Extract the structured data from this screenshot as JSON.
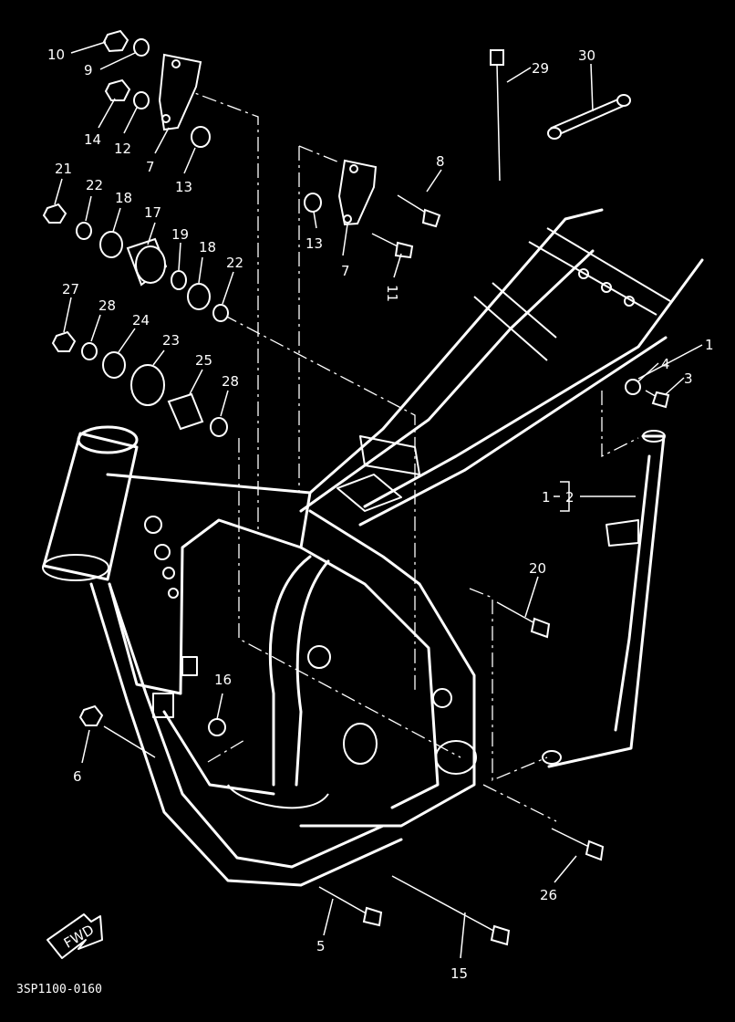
{
  "diagram_code": "3SP1100-0160",
  "fwd_label": "FWD",
  "callouts": {
    "c1": "1",
    "c1b": "1",
    "c2": "2",
    "c3": "3",
    "c4": "4",
    "c5": "5",
    "c6": "6",
    "c7a": "7",
    "c7b": "7",
    "c8": "8",
    "c9": "9",
    "c10": "10",
    "c11": "11",
    "c12": "12",
    "c13a": "13",
    "c13b": "13",
    "c14": "14",
    "c15": "15",
    "c16": "16",
    "c17": "17",
    "c18a": "18",
    "c18b": "18",
    "c19": "19",
    "c20": "20",
    "c21": "21",
    "c22a": "22",
    "c22b": "22",
    "c23": "23",
    "c24": "24",
    "c25": "25",
    "c26": "26",
    "c27": "27",
    "c28a": "28",
    "c28b": "28",
    "c29": "29",
    "c30": "30"
  }
}
